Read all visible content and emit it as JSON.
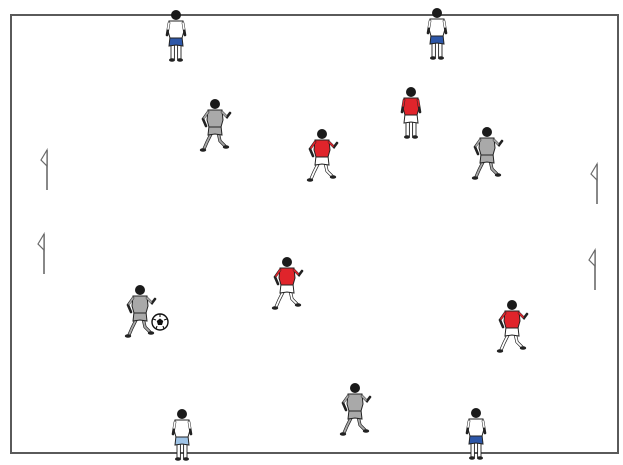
{
  "colors": {
    "background": "#ffffff",
    "field_line": "#5a5a5a",
    "red_team": "#e0242b",
    "grey_team": "#a9a9a9",
    "blue_shorts": "#2d57a8",
    "light_blue_shorts": "#9ec3e6",
    "white_kit": "#ffffff",
    "skin": "#1a1a1a",
    "flag_pole": "#6a6a6a"
  },
  "field": {
    "shape": "rectangle",
    "type": "small-sided game area"
  },
  "players": [
    {
      "team": "blue",
      "role": "outside-target-player",
      "pose": "standing"
    },
    {
      "team": "blue",
      "role": "outside-target-player",
      "pose": "standing"
    },
    {
      "team": "grey",
      "role": "field-player",
      "pose": "running"
    },
    {
      "team": "red",
      "role": "field-player",
      "pose": "standing"
    },
    {
      "team": "red",
      "role": "field-player",
      "pose": "running"
    },
    {
      "team": "grey",
      "role": "field-player",
      "pose": "running"
    },
    {
      "team": "red",
      "role": "field-player",
      "pose": "running"
    },
    {
      "team": "grey",
      "role": "field-player",
      "pose": "dribbling"
    },
    {
      "team": "red",
      "role": "field-player",
      "pose": "running"
    },
    {
      "team": "grey",
      "role": "field-player",
      "pose": "running"
    },
    {
      "team": "light-blue",
      "role": "outside-target-player",
      "pose": "standing"
    },
    {
      "team": "blue",
      "role": "outside-target-player",
      "pose": "standing"
    }
  ],
  "flags": [
    {
      "side": "left",
      "icon": "flag-icon"
    },
    {
      "side": "left",
      "icon": "flag-icon"
    },
    {
      "side": "right",
      "icon": "flag-icon"
    },
    {
      "side": "right",
      "icon": "flag-icon"
    }
  ],
  "ball": {
    "icon": "soccer-ball-icon"
  }
}
